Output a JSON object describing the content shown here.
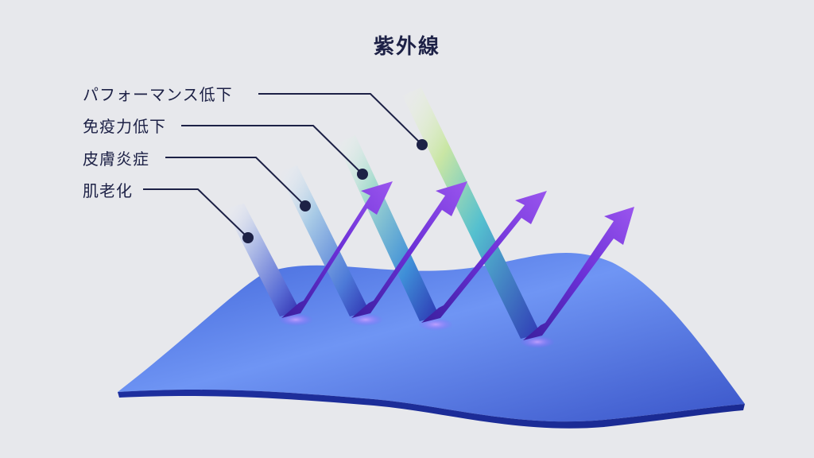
{
  "title": "紫外線",
  "labels": [
    "パフォーマンス低下",
    "免疫力低下",
    "皮膚炎症",
    "肌老化"
  ],
  "colors": {
    "background": "#e7e8ec",
    "text": "#1d2146",
    "skin": "#4a6fe0",
    "arrow": "#6a2fd6"
  }
}
